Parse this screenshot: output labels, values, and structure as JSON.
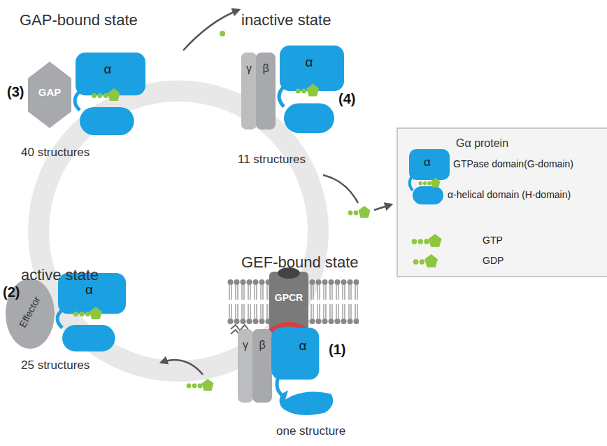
{
  "diagram": {
    "nodes": [
      {
        "text": [
          "GAP"
        ]
      },
      {
        "text": [
          "α"
        ]
      },
      {
        "text": [
          "γ"
        ]
      },
      {
        "text": [
          "β"
        ]
      },
      {
        "text": [
          "α"
        ]
      },
      {
        "text": [
          "Effector"
        ]
      },
      {
        "text": [
          "α"
        ]
      },
      {
        "text": [
          "GPCR"
        ]
      },
      {
        "text": [
          "γ"
        ]
      },
      {
        "text": [
          "β"
        ]
      },
      {
        "text": [
          "α"
        ]
      }
    ],
    "labels": [
      "GAP-bound state",
      "inactive state",
      "40 structures",
      "11 structures",
      "(3)",
      "(4)",
      "Gα protein",
      "α",
      "active state",
      "GEF-bound state",
      "(2)",
      "25 structures",
      "(1)",
      "one structure"
    ],
    "legend": [
      {
        "text": "GTPase domain(G-domain)"
      },
      {
        "text": "α-helical domain (H-domain)"
      },
      {
        "text": "GTP"
      },
      {
        "text": "GDP"
      }
    ]
  }
}
